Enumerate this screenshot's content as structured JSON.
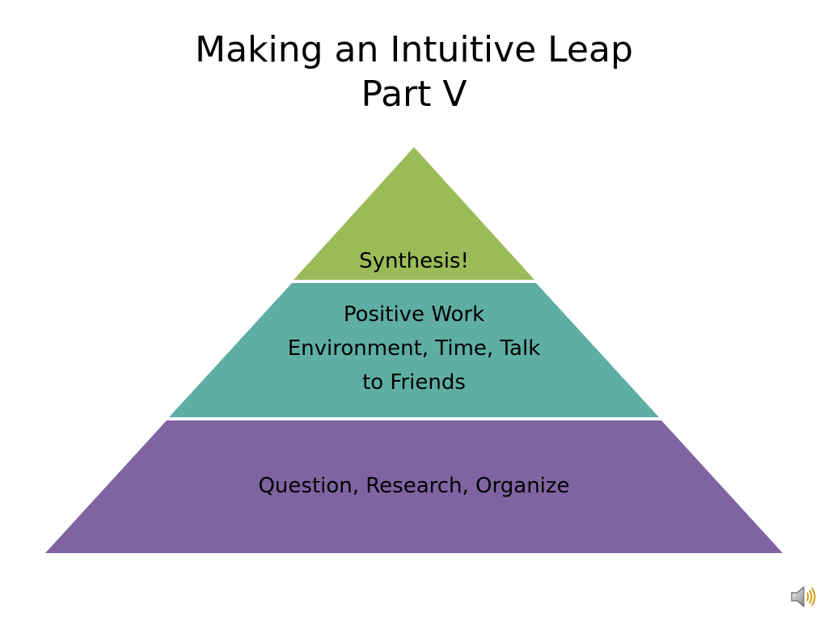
{
  "title": {
    "line1": "Making an Intuitive Leap",
    "line2": "Part V"
  },
  "pyramid": {
    "tiers": [
      {
        "lines": [
          "Synthesis!"
        ],
        "color": "#9bbb59"
      },
      {
        "lines": [
          "Positive Work",
          "Environment, Time, Talk",
          "to Friends"
        ],
        "color": "#5eaea3"
      },
      {
        "lines": [
          "Question, Research, Organize"
        ],
        "color": "#8064a2"
      }
    ],
    "separator_color": "#ffffff"
  },
  "audio": {
    "icon": "speaker-icon"
  }
}
